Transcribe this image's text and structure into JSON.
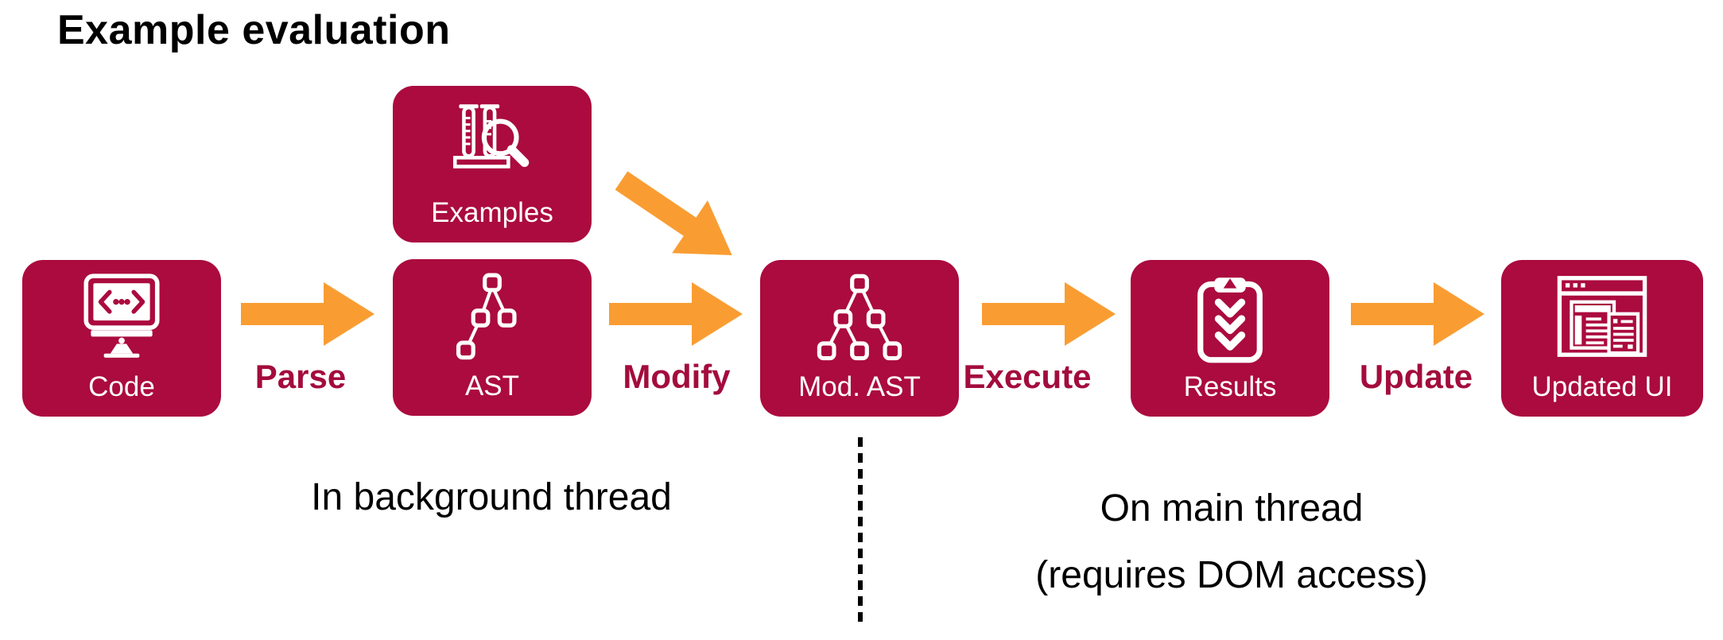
{
  "title": "Example evaluation",
  "colors": {
    "box_fill": "#AB0B3F",
    "arrow_fill": "#F99D33",
    "flow_label": "#A30C3D",
    "text": "#000000",
    "background": "#FFFFFF",
    "box_text": "#FFFFFF"
  },
  "nodes": [
    {
      "id": "code",
      "label": "Code",
      "icon": "code-monitor-icon"
    },
    {
      "id": "examples",
      "label": "Examples",
      "icon": "test-tubes-magnifier-icon"
    },
    {
      "id": "ast",
      "label": "AST",
      "icon": "ast-tree-icon"
    },
    {
      "id": "mod_ast",
      "label": "Mod. AST",
      "icon": "modified-ast-tree-icon"
    },
    {
      "id": "results",
      "label": "Results",
      "icon": "clipboard-checklist-icon"
    },
    {
      "id": "updated_ui",
      "label": "Updated UI",
      "icon": "browser-window-icon"
    }
  ],
  "edges": [
    {
      "from": "code",
      "to": "ast",
      "label": "Parse"
    },
    {
      "from": "ast",
      "to": "mod_ast",
      "label": "Modify"
    },
    {
      "from": "examples",
      "to": "mod_ast",
      "label": ""
    },
    {
      "from": "mod_ast",
      "to": "results",
      "label": "Execute"
    },
    {
      "from": "results",
      "to": "updated_ui",
      "label": "Update"
    }
  ],
  "annotations": {
    "left_region": "In background thread",
    "right_region_line1": "On main thread",
    "right_region_line2": "(requires DOM access)"
  }
}
